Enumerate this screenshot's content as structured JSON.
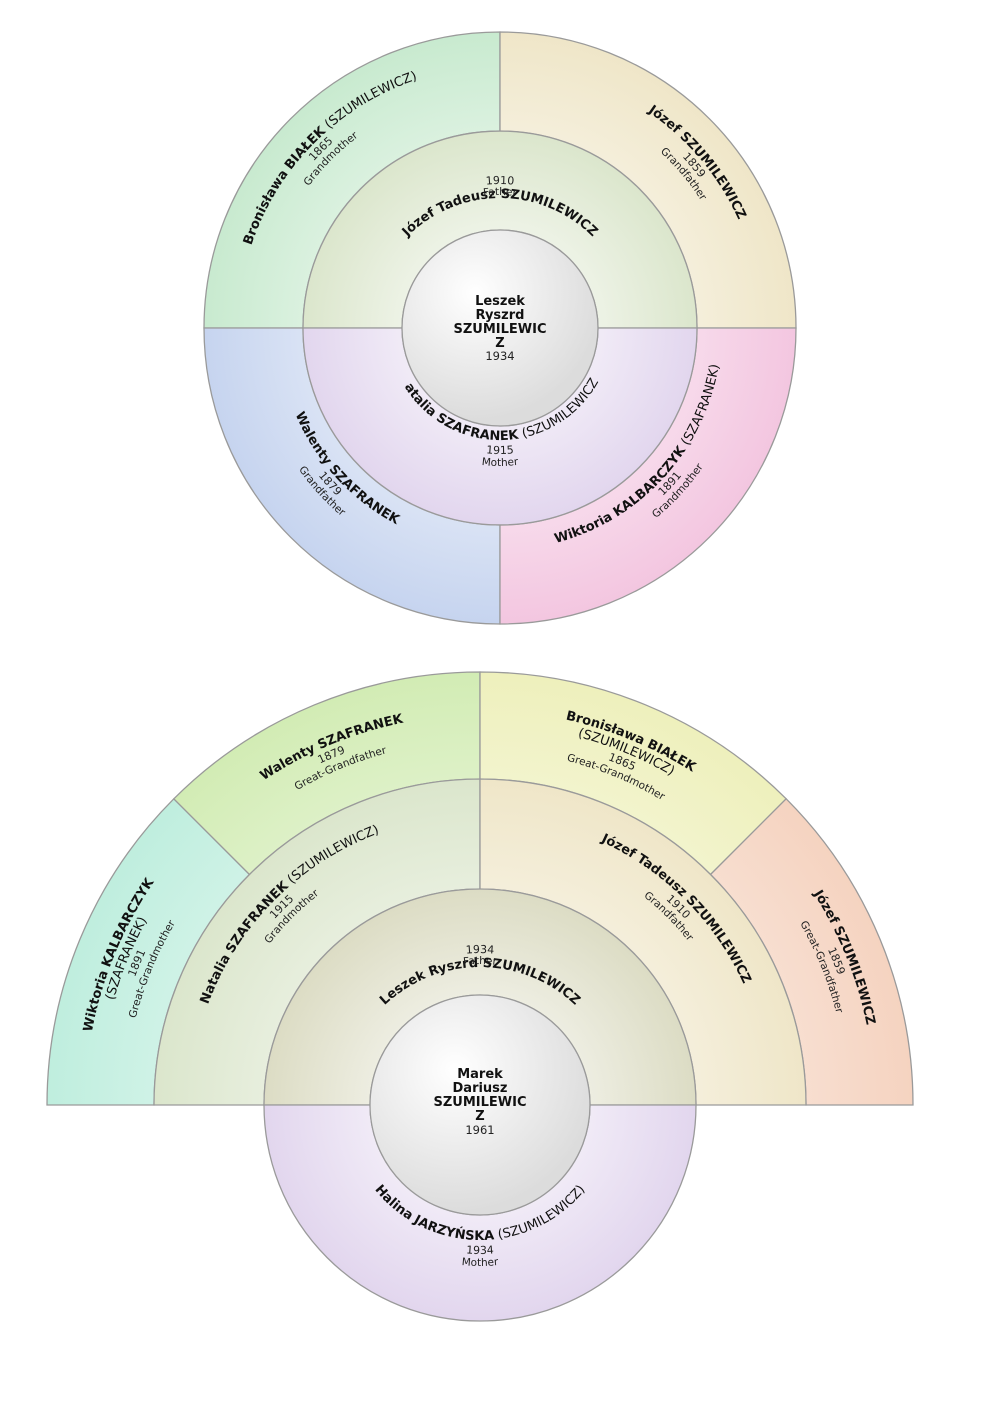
{
  "chart1": {
    "center": {
      "name_lines": [
        "Leszek",
        "Ryszrd",
        "SZUMILEWIC",
        "Z"
      ],
      "year": "1934"
    },
    "father": {
      "given": "Józef Tadeusz",
      "surname": "SZUMILEWICZ",
      "maiden": "",
      "year": "1910",
      "role": "Father"
    },
    "mother": {
      "given": "Natalia",
      "surname": "SZAFRANEK",
      "maiden": "(SZUMILEWICZ)",
      "year": "1915",
      "role": "Mother"
    },
    "pat_grandmother": {
      "given": "Bronisława",
      "surname": "BIAŁEK",
      "maiden": "(SZUMILEWICZ)",
      "year": "1865",
      "role": "Grandmother"
    },
    "pat_grandfather": {
      "given": "Józef",
      "surname": "SZUMILEWICZ",
      "maiden": "",
      "year": "1859",
      "role": "Grandfather"
    },
    "mat_grandfather": {
      "given": "Walenty",
      "surname": "SZAFRANEK",
      "maiden": "",
      "year": "1879",
      "role": "Grandfather"
    },
    "mat_grandmother": {
      "given": "Wiktoria",
      "surname": "KALBARCZYK",
      "maiden": "(SZAFRANEK)",
      "year": "1891",
      "role": "Grandmother"
    }
  },
  "chart2": {
    "center": {
      "name_lines": [
        "Marek",
        "Dariusz",
        "SZUMILEWIC",
        "Z"
      ],
      "year": "1961"
    },
    "father": {
      "given": "Leszek Ryszrd",
      "surname": "SZUMILEWICZ",
      "maiden": "",
      "year": "1934",
      "role": "Father"
    },
    "mother": {
      "given": "Halina",
      "surname": "JARZYŃSKA",
      "maiden": "(SZUMILEWICZ)",
      "year": "1934",
      "role": "Mother"
    },
    "grandmother": {
      "given": "Natalia",
      "surname": "SZAFRANEK",
      "maiden": "(SZUMILEWICZ)",
      "year": "1915",
      "role": "Grandmother"
    },
    "grandfather": {
      "given": "Józef Tadeusz",
      "surname": "SZUMILEWICZ",
      "maiden": "",
      "year": "1910",
      "role": "Grandfather"
    },
    "gg_wiktoria": {
      "line1": "Wiktoria KALBARCZYK",
      "line2": "(SZAFRANEK)",
      "year": "1891",
      "role": "Great-Grandmother"
    },
    "gg_walenty": {
      "given": "Walenty",
      "surname": "SZAFRANEK",
      "maiden": "",
      "year": "1879",
      "role": "Great-Grandfather"
    },
    "gg_bronislawa": {
      "line1": "Bronisława BIAŁEK",
      "line2": "(SZUMILEWICZ)",
      "year": "1865",
      "role": "Great-Grandmother"
    },
    "gg_jozef": {
      "given": "Józef",
      "surname": "SZUMILEWICZ",
      "maiden": "",
      "year": "1859",
      "role": "Great-Grandfather"
    }
  },
  "colors": {
    "green": "#c8eacf",
    "tan": "#efe6c8",
    "blue": "#c6d4ef",
    "pink": "#f3c6e0",
    "lavender": "#e2d6ee",
    "sage": "#dbe6cc",
    "teal": "#bfeede",
    "lime": "#d2ecb4",
    "yellow": "#eef0bc",
    "peach": "#f5d3c0",
    "greige": "#dcdcc4",
    "center": "#dcdcdc"
  }
}
